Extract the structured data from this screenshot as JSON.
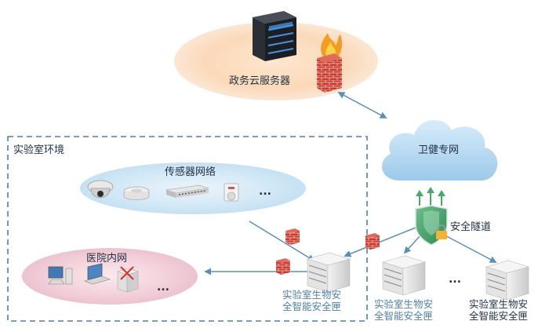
{
  "server_label": "政务云服务器",
  "cloud_label": "卫健专网",
  "lab_env_label": "实验室环境",
  "sensor_label": "传感器网络",
  "hospital_label": "医院内网",
  "tunnel_label": "安全隧道",
  "box_label_1a": "实验室生物安",
  "box_label_1b": "全智能安全匣",
  "box_label_2a": "实验室生物安",
  "box_label_2b": "全智能安全匣",
  "box_label_3a": "实验室生物安",
  "box_label_3b": "全智能安全匣",
  "ellipsis": "..."
}
